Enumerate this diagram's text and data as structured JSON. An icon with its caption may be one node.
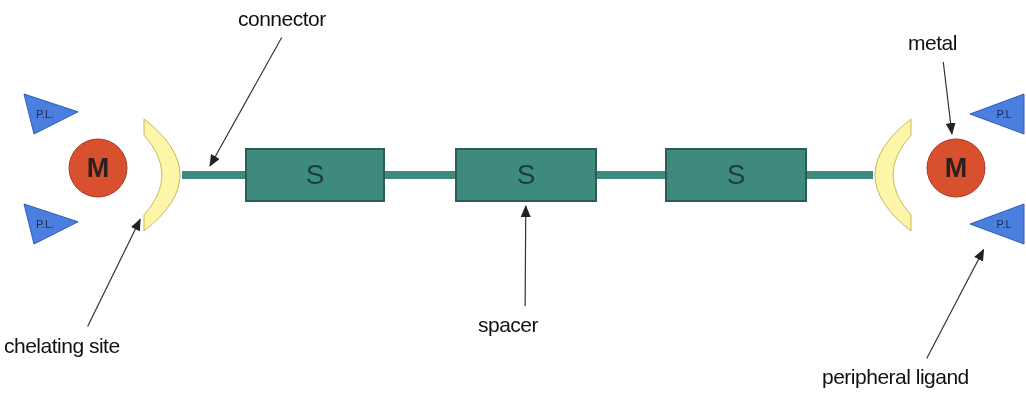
{
  "diagram": {
    "nodes": [
      {
        "text": [
          "P.L."
        ]
      },
      {
        "text": [
          "P.L."
        ]
      },
      {
        "text": [
          "M"
        ]
      },
      {
        "text": [],
        "shape": "crescent"
      },
      {
        "text": [
          "S"
        ]
      },
      {
        "text": [
          "S"
        ]
      },
      {
        "text": [
          "S"
        ]
      },
      {
        "text": [],
        "shape": "crescent"
      },
      {
        "text": [
          "M"
        ]
      },
      {
        "text": [
          "P.L"
        ]
      },
      {
        "text": [
          "P.L"
        ]
      },
      {
        "text": [
          "connector"
        ]
      },
      {
        "text": [
          "chelating site"
        ]
      },
      {
        "text": [
          "spacer"
        ]
      },
      {
        "text": [
          "metal"
        ]
      },
      {
        "text": [
          "peripheral ligand"
        ]
      }
    ],
    "edges": [
      {
        "from": 3,
        "to": 4,
        "arrow": "none",
        "style": "thick",
        "color": "#3f8a7e"
      },
      {
        "from": 4,
        "to": 5,
        "arrow": "none",
        "style": "thick",
        "color": "#3f8a7e"
      },
      {
        "from": 5,
        "to": 6,
        "arrow": "none",
        "style": "thick",
        "color": "#3f8a7e"
      },
      {
        "from": 6,
        "to": 7,
        "arrow": "none",
        "style": "thick",
        "color": "#3f8a7e"
      },
      {
        "from": 11,
        "to": null,
        "arrow": "to"
      },
      {
        "from": 12,
        "to": 3,
        "arrow": "to"
      },
      {
        "from": 13,
        "to": 5,
        "arrow": "to"
      },
      {
        "from": 14,
        "to": 8,
        "arrow": "to"
      },
      {
        "from": 15,
        "to": 10,
        "arrow": "to"
      }
    ]
  }
}
